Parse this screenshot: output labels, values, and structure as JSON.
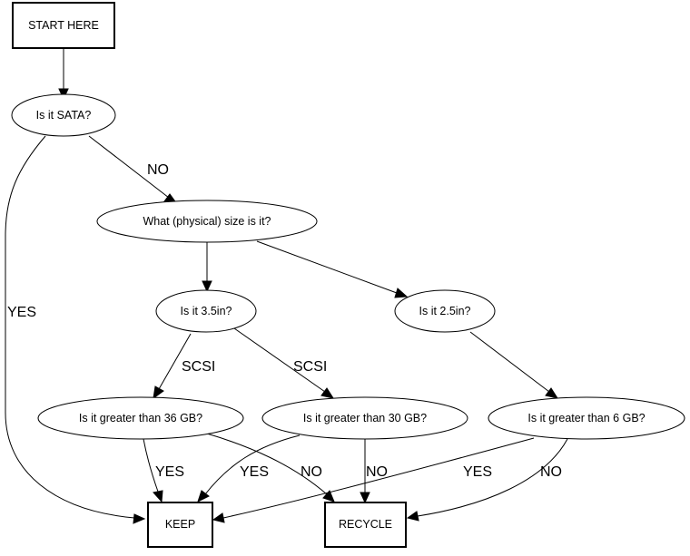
{
  "nodes": {
    "start": "START HERE",
    "sata": "Is it SATA?",
    "size": "What (physical) size is it?",
    "in35": "Is it 3.5in?",
    "in25": "Is it 2.5in?",
    "gt36": "Is it greater than 36 GB?",
    "gt30": "Is it greater than 30 GB?",
    "gt6": "Is it greater than 6 GB?",
    "keep": "KEEP",
    "recycle": "RECYCLE"
  },
  "edge_labels": {
    "sata_no": "NO",
    "sata_yes": "YES",
    "in35_scsi_left": "SCSI",
    "in35_scsi_right": "SCSI",
    "gt36_yes": "YES",
    "gt36_no": "NO",
    "gt30_yes": "YES",
    "gt30_no": "NO",
    "gt6_yes": "YES",
    "gt6_no": "NO"
  }
}
